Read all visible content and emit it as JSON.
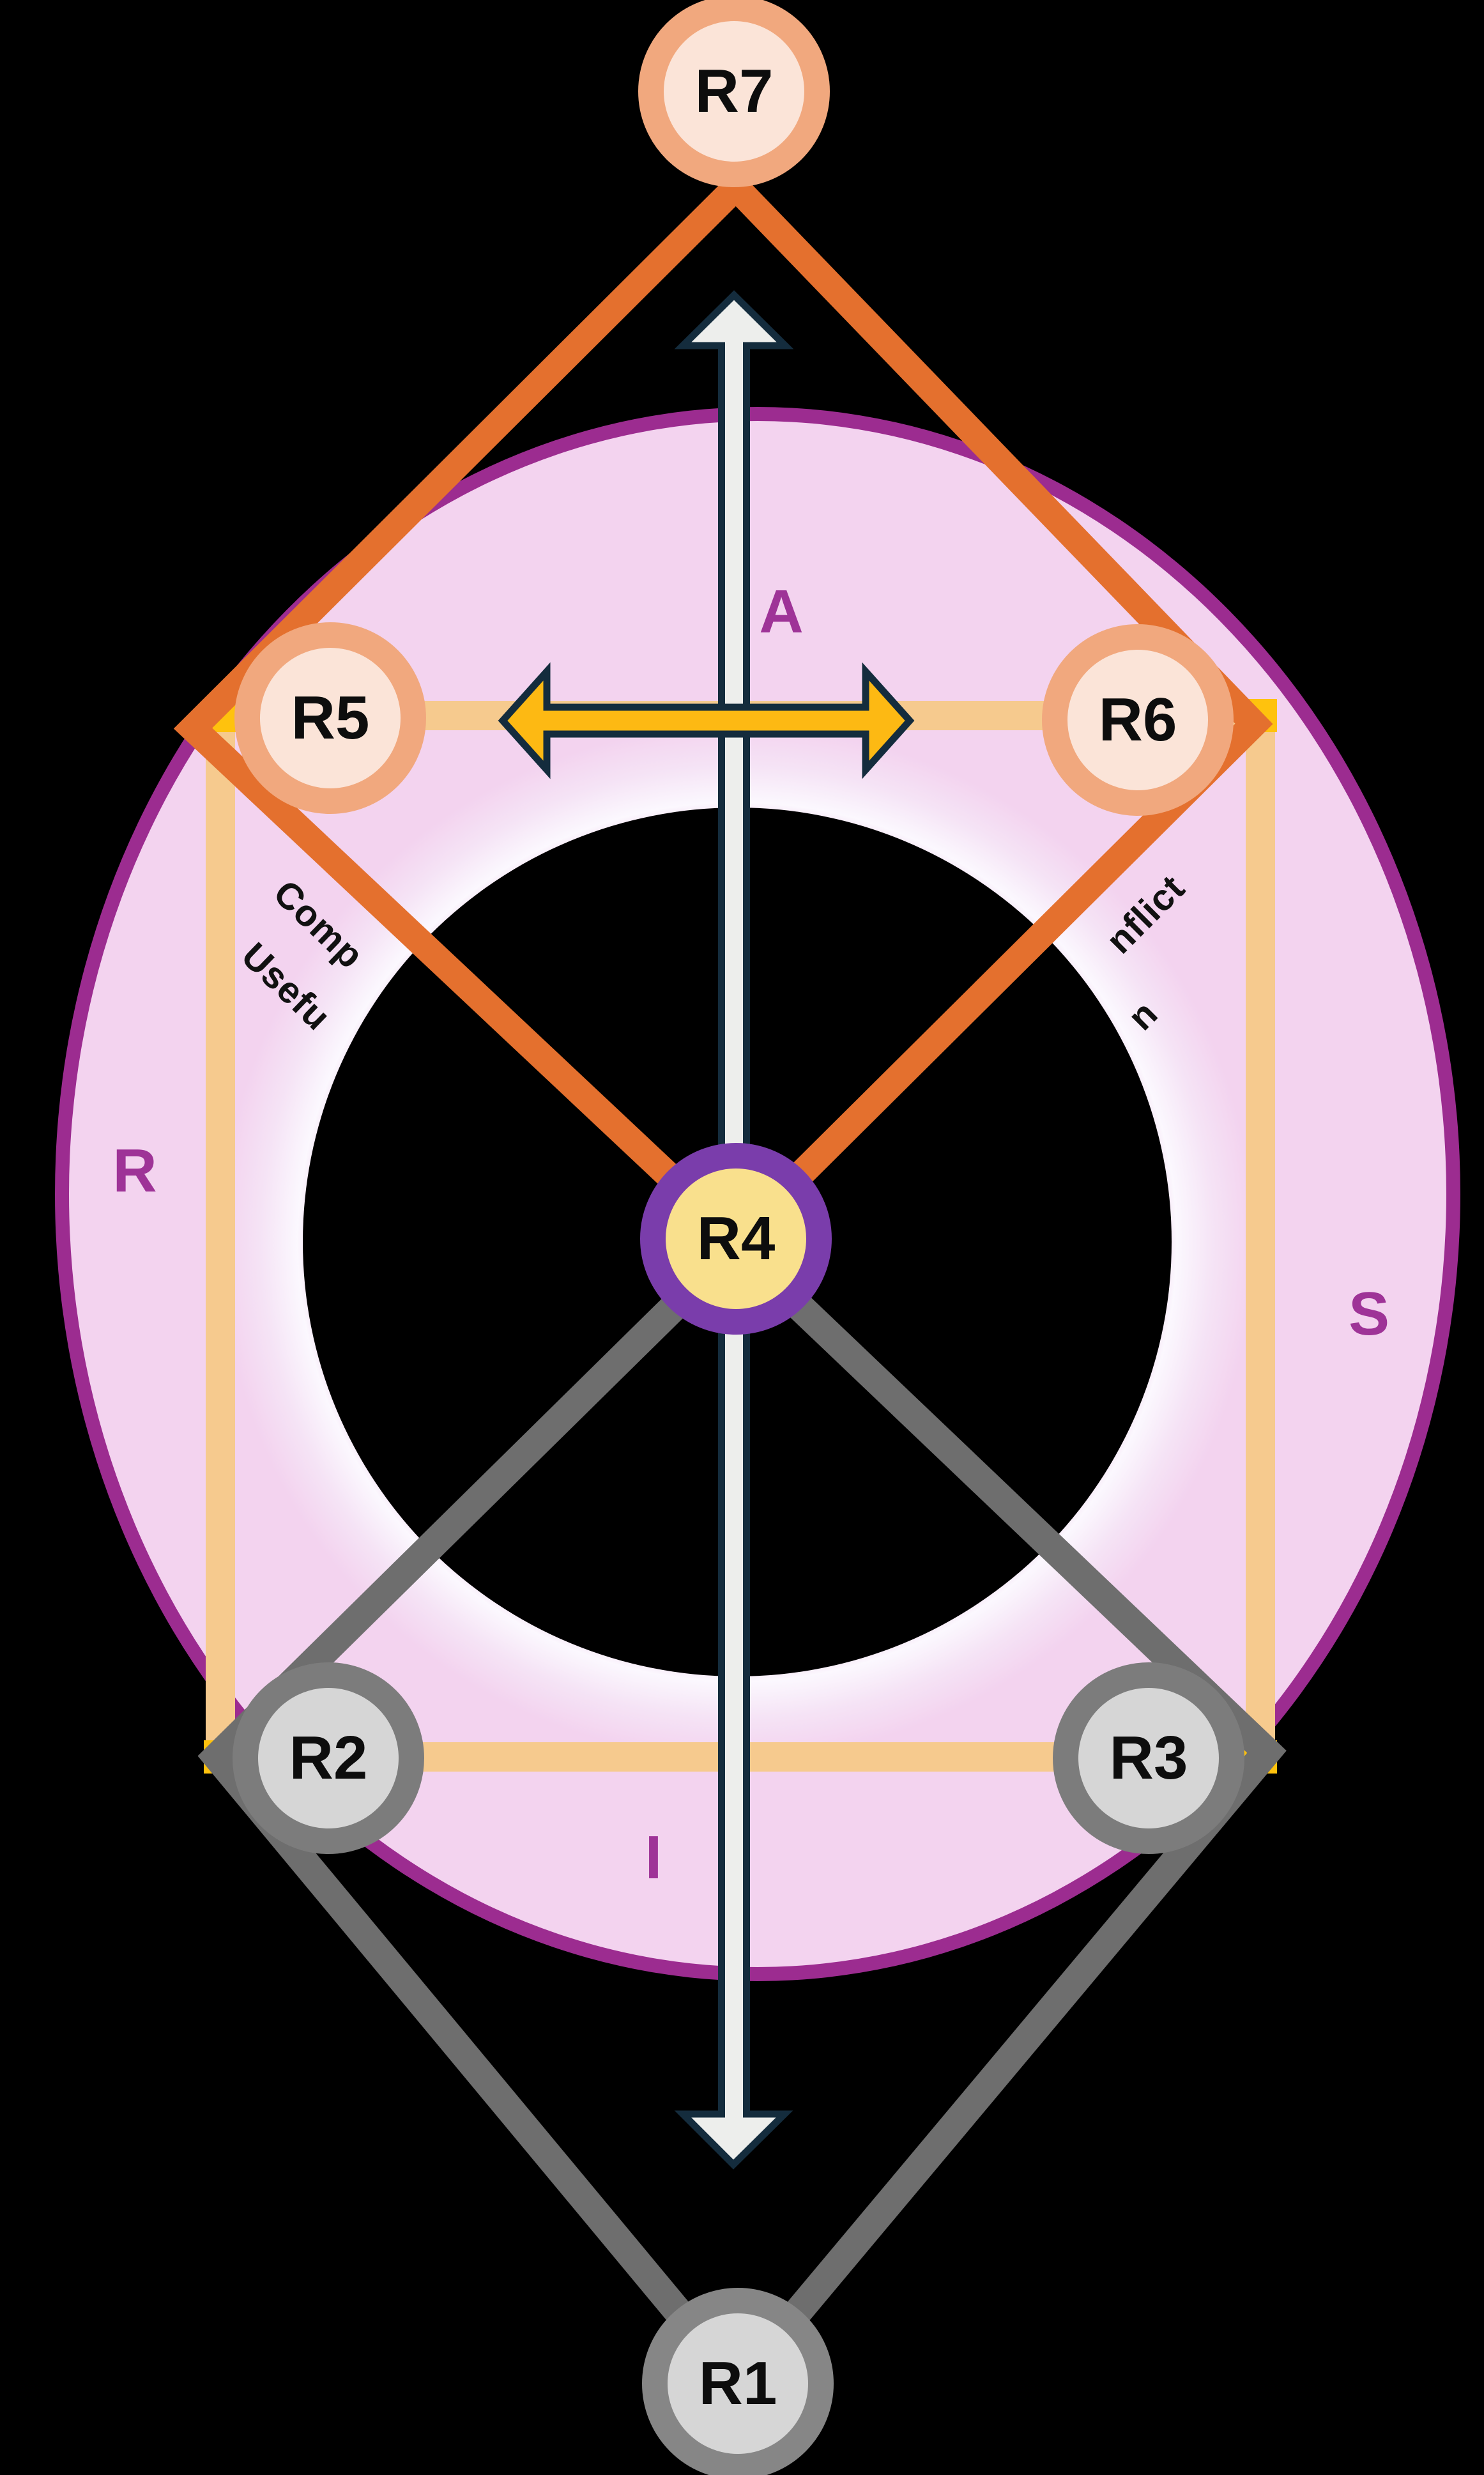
{
  "diagram": {
    "background_color": "#000000",
    "ring_letters": {
      "top": "A",
      "left": "R",
      "right": "S",
      "bottom": "I"
    },
    "nodes": {
      "r1": {
        "label": "R1"
      },
      "r2": {
        "label": "R2"
      },
      "r3": {
        "label": "R3"
      },
      "r4": {
        "label": "R4"
      },
      "r5": {
        "label": "R5"
      },
      "r6": {
        "label": "R6"
      },
      "r7": {
        "label": "R7"
      }
    },
    "edge_text": {
      "left_line1": "Comp",
      "left_line2": "Usefu",
      "right_line1": "nflict",
      "right_line2": "n"
    },
    "colors": {
      "donut_fill": "#F3D3EF",
      "donut_border": "#9C2C90",
      "ring_letter": "#9E3397",
      "orange_diamond": "#E4702E",
      "gray_diamond": "#6E6E6E",
      "tan_band": "#F6CA8E",
      "gold_corner": "#FFC20D",
      "yellow_arrow_fill": "#FDB913",
      "arrow_outline": "#142C3D",
      "white_arrow_fill": "#EDEEEC",
      "peach_node_ring": "#F1A87E",
      "peach_node_fill": "#FBE4D8",
      "core_node_ring": "#7A3DAB",
      "core_node_fill": "#F9E08D",
      "gray_node_ring": "#7C7C7C",
      "gray_node_fill": "#D6D6D6"
    }
  }
}
